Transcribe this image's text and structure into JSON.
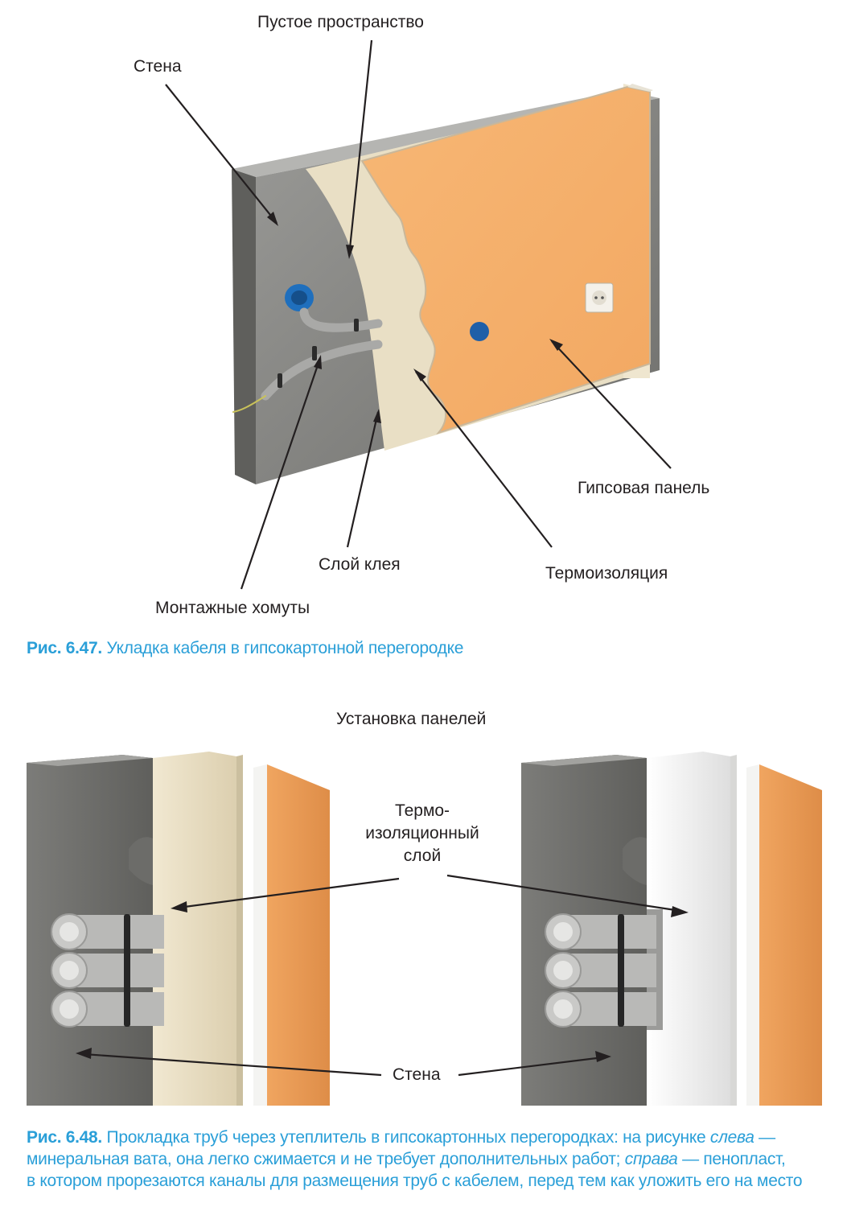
{
  "figure1": {
    "labels": {
      "empty_space": "Пустое пространство",
      "wall": "Стена",
      "gypsum_panel": "Гипсовая панель",
      "glue_layer": "Слой клея",
      "thermal_insulation": "Термоизоляция",
      "mounting_clamps": "Монтажные хомуты"
    },
    "caption": {
      "number": "Рис. 6.47.",
      "text": "Укладка кабеля в гипсокартонной перегородке"
    }
  },
  "figure2": {
    "title": "Установка панелей",
    "labels": {
      "insulation_line1": "Термо-",
      "insulation_line2": "изоляционный",
      "insulation_line3": "слой",
      "wall": "Стена"
    },
    "caption": {
      "number": "Рис. 6.48.",
      "line1_a": "Прокладка труб через утеплитель в гипсокартонных перегородках: на рисунке",
      "line1_em": "слева",
      "line1_b": "—",
      "line2_a": "минеральная вата, она легко сжимается и не требует дополнительных работ;",
      "line2_em": "справа",
      "line2_b": "— пенопласт,",
      "line3": "в котором прорезаются каналы для размещения труб с кабелем, перед тем как уложить его на место"
    }
  },
  "colors": {
    "caption_blue": "#2a9fd8",
    "panel_orange": "#f6b06b",
    "concrete_gray": "#8a8a87",
    "mineral_wool": "#ece2c8",
    "polystyrene": "#f4f4f2"
  }
}
